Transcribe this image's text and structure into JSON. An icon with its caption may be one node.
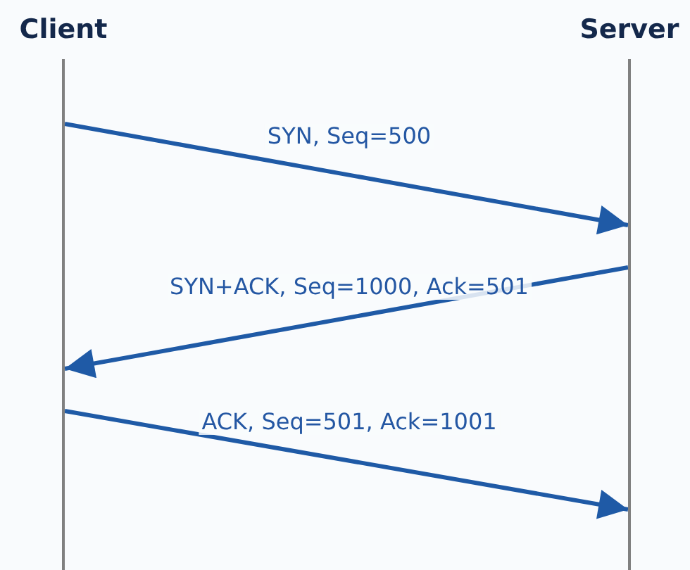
{
  "diagram": {
    "nodes": [
      {
        "text": [
          "Client"
        ]
      },
      {
        "text": [
          "Server"
        ]
      }
    ],
    "edges": [
      {
        "from": 0,
        "to": 1,
        "arrow": "to",
        "label": "SYN, Seq=500"
      },
      {
        "from": 1,
        "to": 0,
        "arrow": "to",
        "label": "SYN+ACK, Seq=1000, Ack=501"
      },
      {
        "from": 0,
        "to": 1,
        "arrow": "to",
        "label": "ACK, Seq=501, Ack=1001"
      }
    ]
  }
}
